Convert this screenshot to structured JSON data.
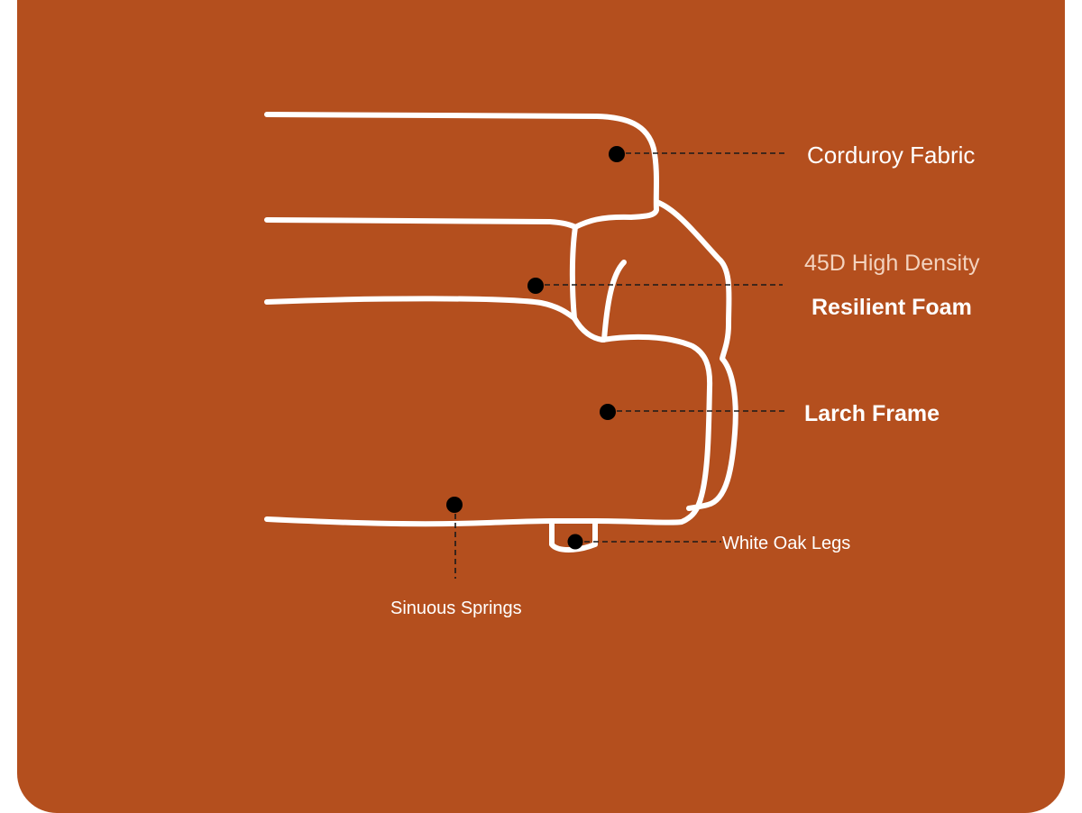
{
  "colors": {
    "background": "#b44f1e",
    "outline": "#ffffff",
    "dot": "#000000",
    "leader": "#1a1a1a",
    "text": "#ffffff",
    "text_muted": "#f3d3bf"
  },
  "labels": {
    "fabric": "Corduroy Fabric",
    "foam_line1": "45D High Density",
    "foam_line2": "Resilient Foam",
    "frame": "Larch Frame",
    "legs": "White Oak Legs",
    "springs": "Sinuous Springs"
  }
}
